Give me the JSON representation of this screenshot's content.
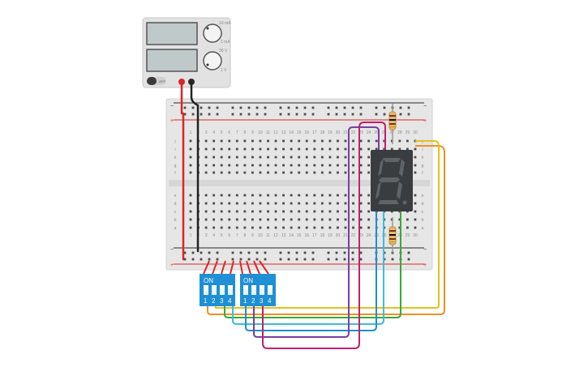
{
  "colors": {
    "background": "#ffffff",
    "breadboard": "#e6e6e6",
    "rail_red": "#d9262b",
    "rail_blue": "#2b2b2b",
    "dip_blue": "#1f8fd6",
    "display_body": "#3a3d40",
    "segment_off": "#606468",
    "wire_red": "#d9262b",
    "wire_black": "#222222",
    "wire_purple": "#7a3fa0",
    "wire_magenta": "#c2206e",
    "wire_blue": "#1e8fd0",
    "wire_cyan": "#3fbcd8",
    "wire_green": "#3aa83a",
    "wire_yellow": "#e3c21a",
    "wire_orange": "#f0901e"
  },
  "power_supply": {
    "output_button": "OFF",
    "knob_labels": [
      "10 mA",
      "1 mA",
      "30 V",
      "1 V"
    ],
    "brand": "",
    "icons": [
      "power-supply-knob-icon",
      "power-supply-knob-icon"
    ]
  },
  "breadboard": {
    "columns": [
      "1",
      "2",
      "3",
      "4",
      "5",
      "6",
      "7",
      "8",
      "9",
      "10",
      "11",
      "12",
      "13",
      "14",
      "15",
      "16",
      "17",
      "18",
      "19",
      "20",
      "21",
      "22",
      "23",
      "24",
      "25",
      "26",
      "27",
      "28",
      "29",
      "30"
    ],
    "rows_top": [
      "j",
      "i",
      "h",
      "g",
      "f"
    ],
    "rows_bottom": [
      "e",
      "d",
      "c",
      "b",
      "a"
    ],
    "rail_minus": "−",
    "rail_plus": "+"
  },
  "dip_switches": [
    {
      "label": "ON",
      "switch_numbers": [
        "1",
        "2",
        "3",
        "4"
      ]
    },
    {
      "label": "ON",
      "switch_numbers": [
        "1",
        "2",
        "3",
        "4"
      ]
    }
  ],
  "display": {
    "digit": "8.",
    "icon": "seven-segment-display-icon"
  },
  "resistors": [
    "resistor-icon",
    "resistor-icon"
  ]
}
